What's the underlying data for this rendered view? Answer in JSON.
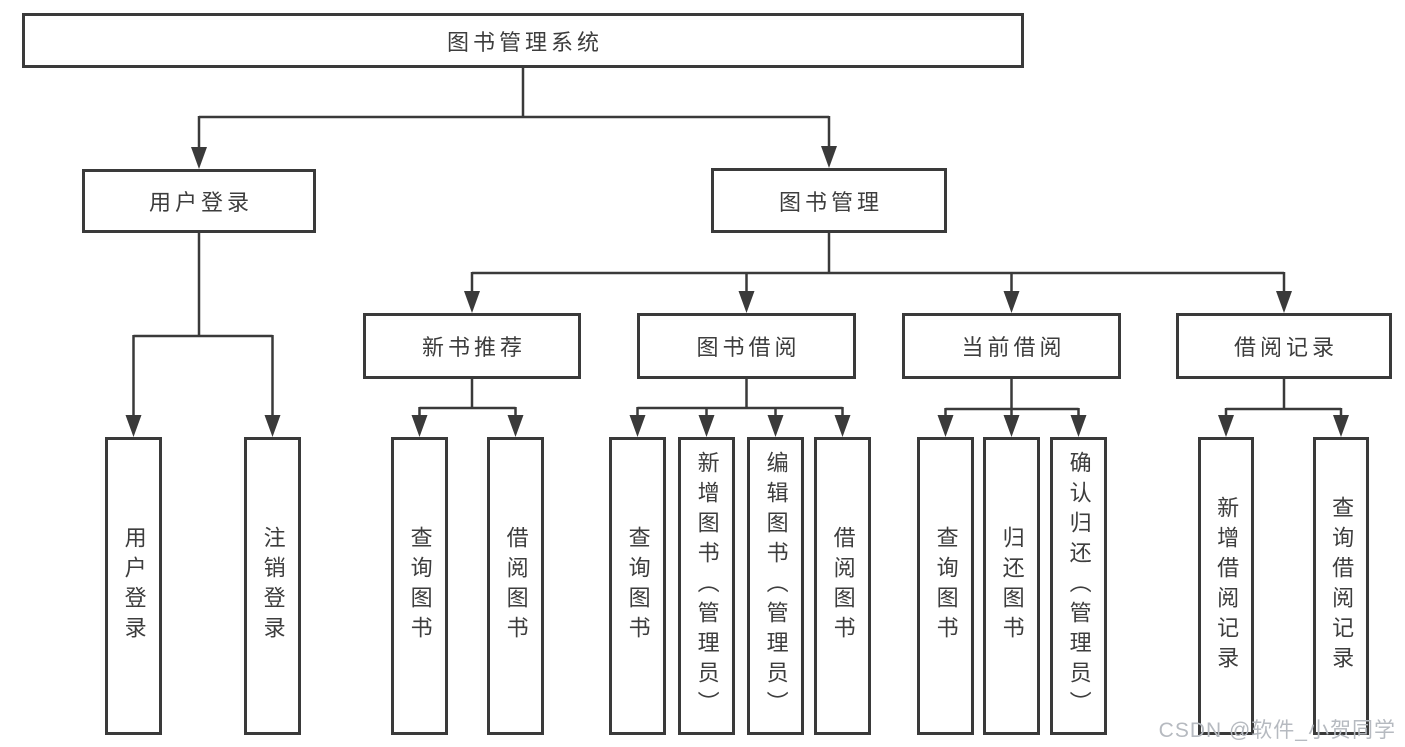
{
  "colors": {
    "line": "#3a3a3a",
    "text": "#3d3d3d",
    "background": "#ffffff",
    "watermark": "#b6bac0"
  },
  "watermark": {
    "text": "CSDN @软件_小贺同学"
  },
  "tree": {
    "label": "图书管理系统",
    "children": [
      {
        "label": "用户登录",
        "children": [
          {
            "label": "用户登录"
          },
          {
            "label": "注销登录"
          }
        ]
      },
      {
        "label": "图书管理",
        "children": [
          {
            "label": "新书推荐",
            "children": [
              {
                "label": "查询图书"
              },
              {
                "label": "借阅图书"
              }
            ]
          },
          {
            "label": "图书借阅",
            "children": [
              {
                "label": "查询图书"
              },
              {
                "label": "新增图书（管理员）"
              },
              {
                "label": "编辑图书（管理员）"
              },
              {
                "label": "借阅图书"
              }
            ]
          },
          {
            "label": "当前借阅",
            "children": [
              {
                "label": "查询图书"
              },
              {
                "label": "归还图书"
              },
              {
                "label": "确认归还（管理员）"
              }
            ]
          },
          {
            "label": "借阅记录",
            "children": [
              {
                "label": "新增借阅记录"
              },
              {
                "label": "查询借阅记录"
              }
            ]
          }
        ]
      }
    ]
  }
}
